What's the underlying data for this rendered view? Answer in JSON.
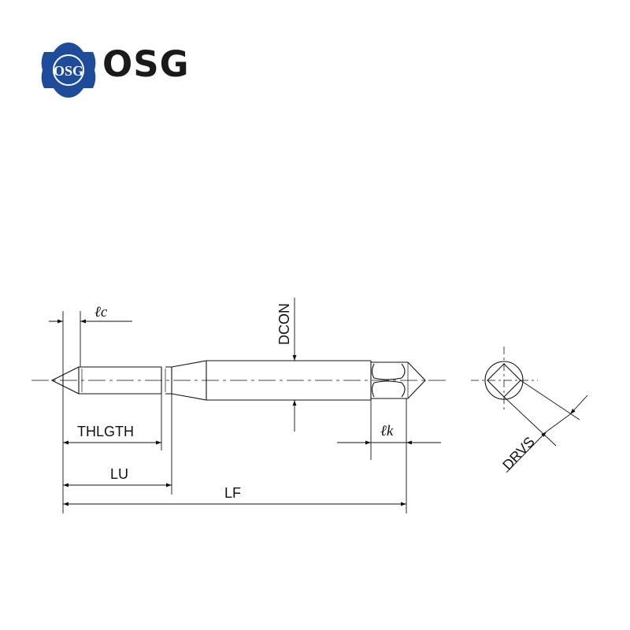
{
  "brand": {
    "wordmark": "OSG",
    "emblem_text": "OSG",
    "emblem_color": "#1f4b9b",
    "wordmark_color": "#1a1a1a"
  },
  "labels": {
    "lc": "ℓc",
    "dcon": "DCON",
    "thlgth": "THLGTH",
    "lu": "LU",
    "lf": "LF",
    "lk": "ℓk",
    "drvs": "DRVS"
  },
  "line_color": "#111111"
}
